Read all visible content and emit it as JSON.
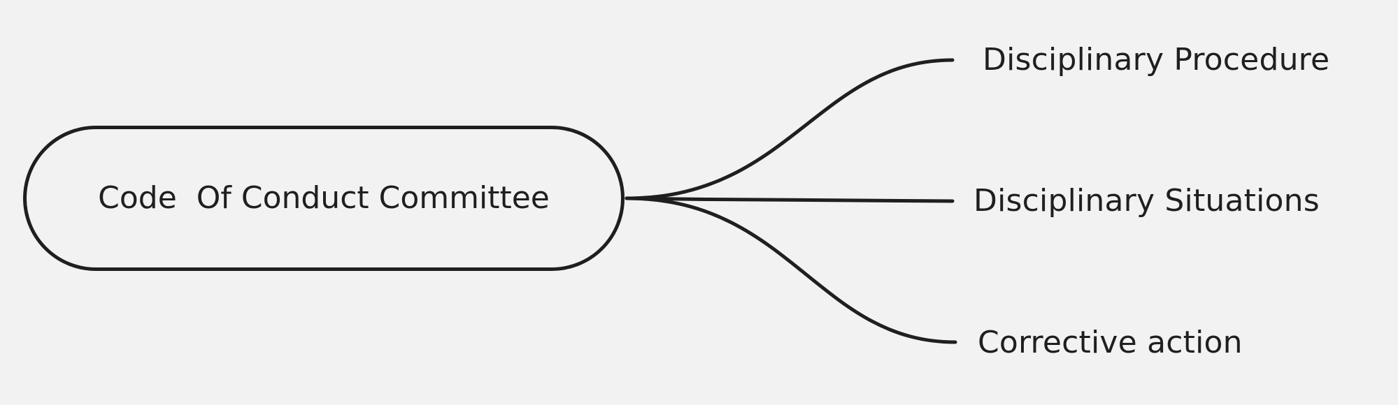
{
  "mindmap": {
    "root": {
      "label": "Code  Of Conduct Committee"
    },
    "branches": [
      {
        "label": "Disciplinary Procedure"
      },
      {
        "label": "Disciplinary Situations"
      },
      {
        "label": "Corrective action"
      }
    ]
  },
  "colors": {
    "background": "#f2f2f2",
    "stroke": "#1f1f1f",
    "text": "#1f1f1f"
  }
}
